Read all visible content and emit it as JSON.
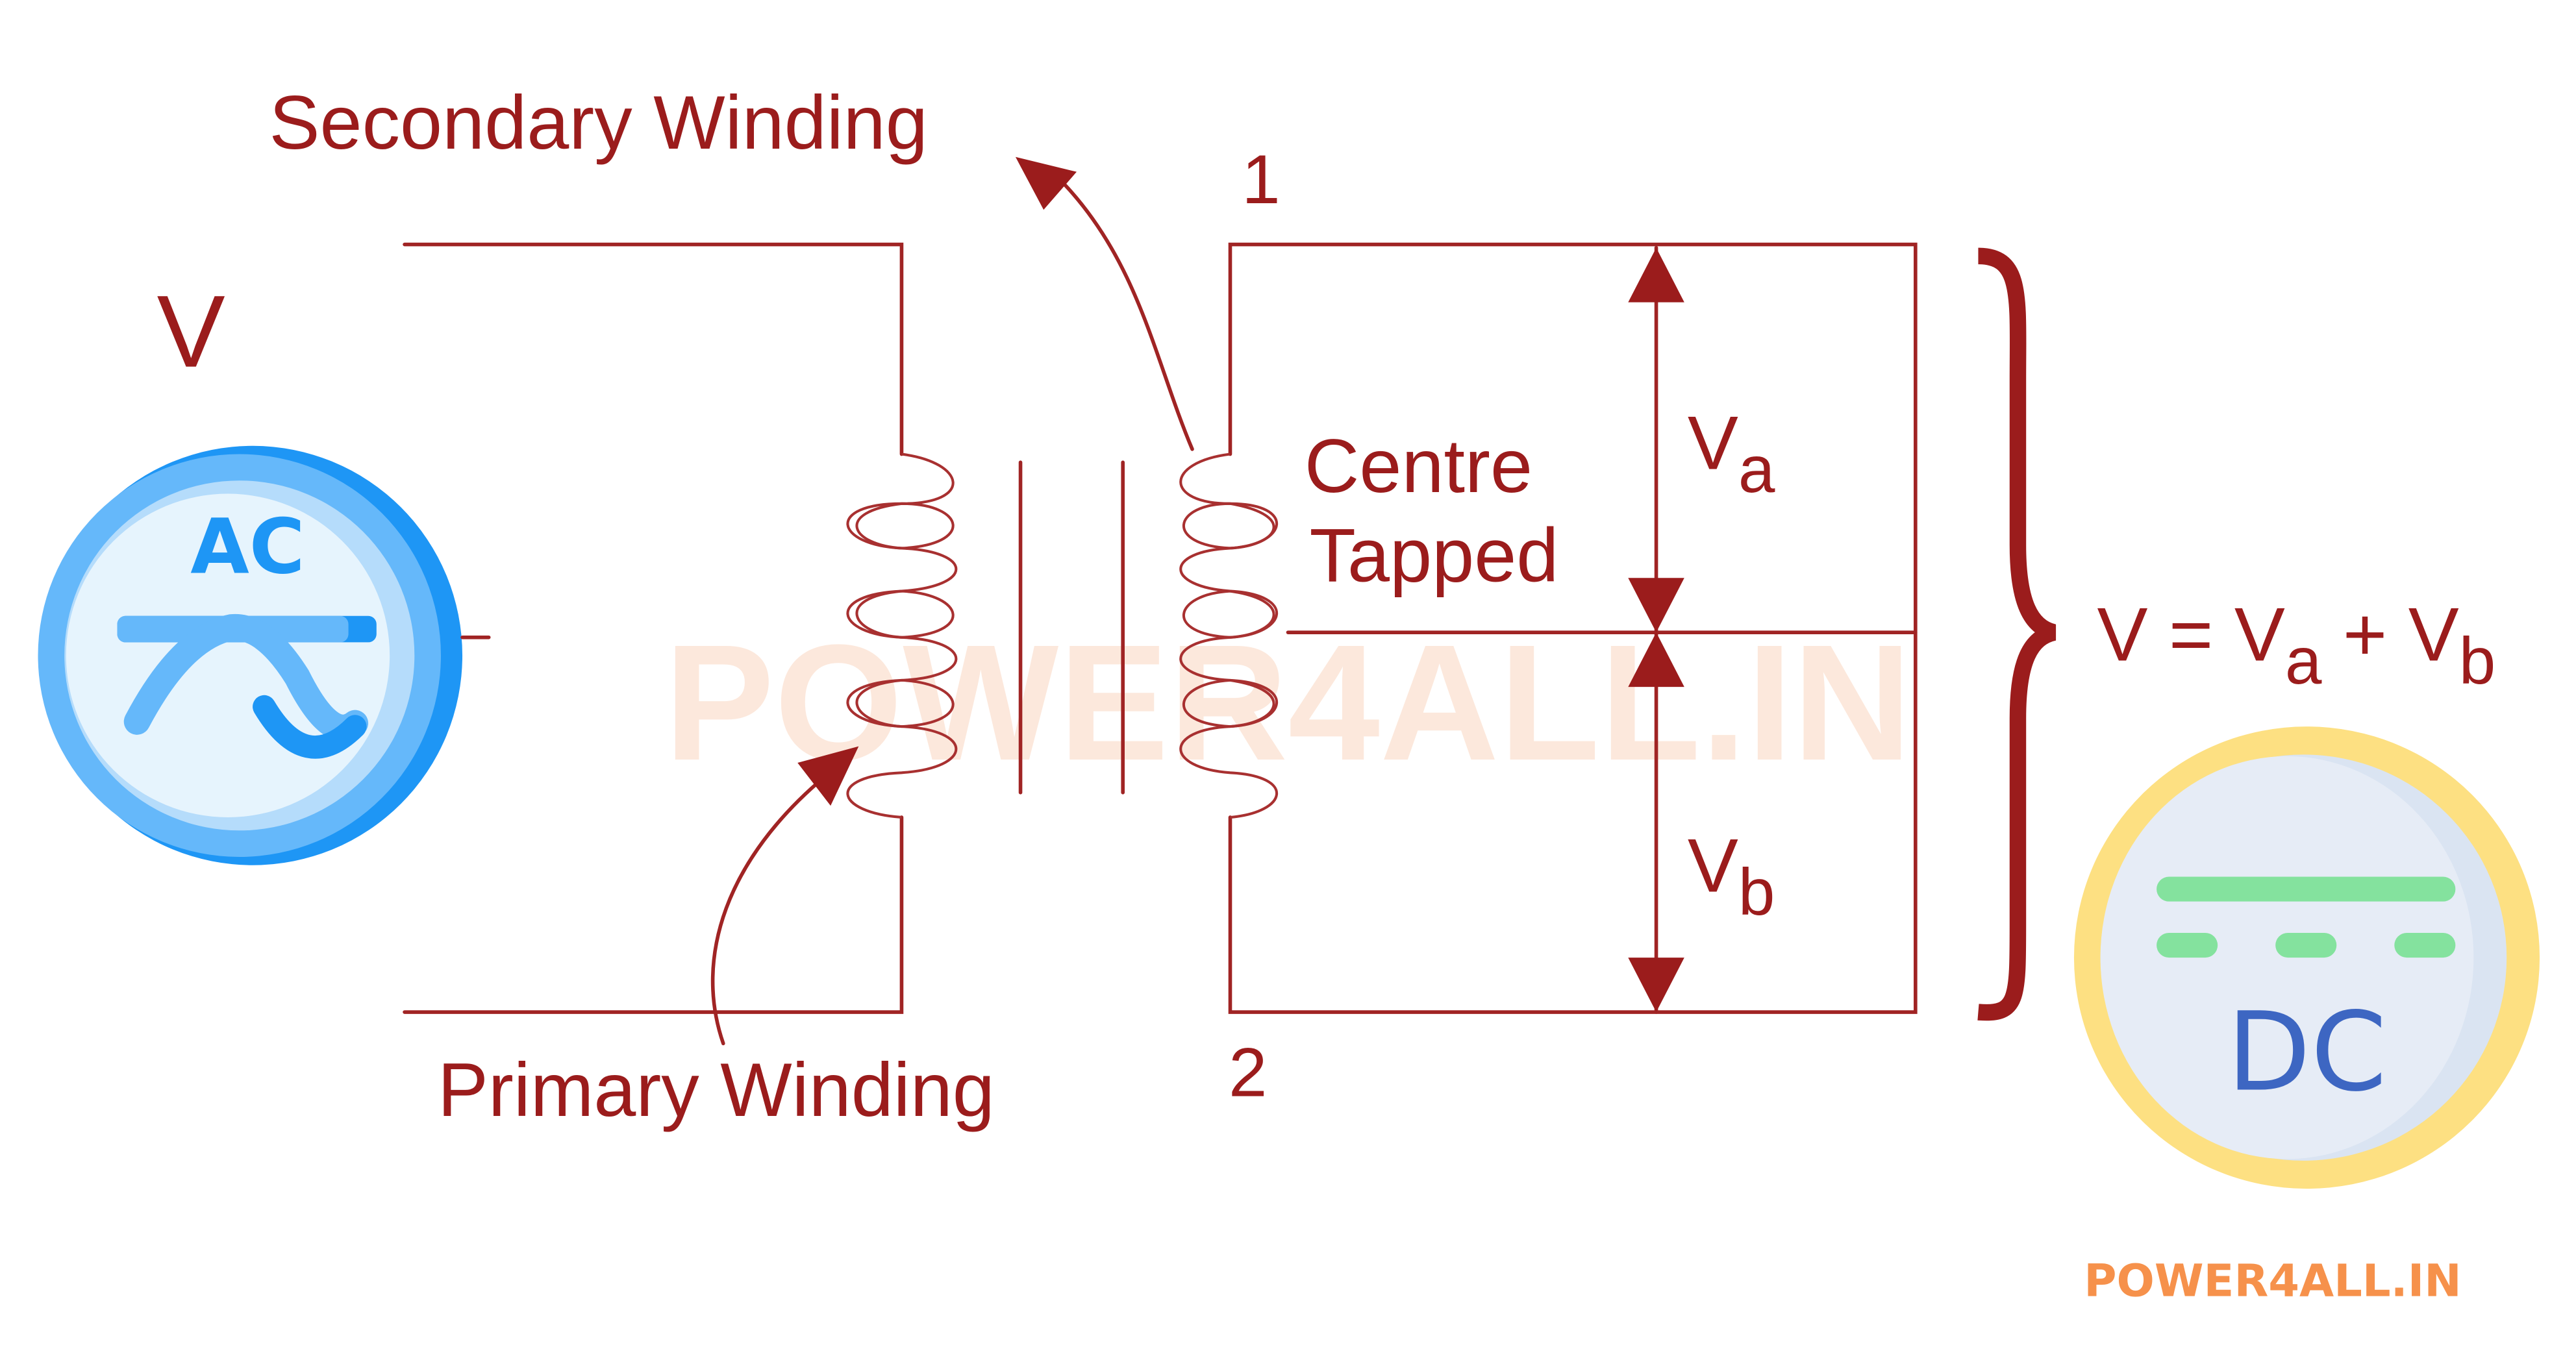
{
  "title": "Centre Tapped Transformer",
  "labels": {
    "secondary_winding": "Secondary Winding",
    "primary_winding": "Primary Winding",
    "terminal_1": "1",
    "terminal_2": "2",
    "input_voltage": "V",
    "centre": "Centre",
    "tapped": "Tapped",
    "va_main": "V",
    "va_sub": "a",
    "vb_main": "V",
    "vb_sub": "b",
    "equation_lhs": "V = V",
    "equation_sub_a": "a",
    "equation_plus": " + V",
    "equation_sub_b": "b"
  },
  "ac_source": {
    "label": "AC"
  },
  "dc_output": {
    "label": "DC"
  },
  "watermark": "POWER4ALL.IN",
  "brand": "POWER4ALL.IN",
  "colors": {
    "wire": "#a02424",
    "ac_blue": "#1e96f5",
    "ac_light": "#65b8fa",
    "dc_yellow": "#fde082",
    "dc_green": "#84e29e",
    "dc_text": "#3d66c2",
    "brand_orange": "#f6914b"
  }
}
